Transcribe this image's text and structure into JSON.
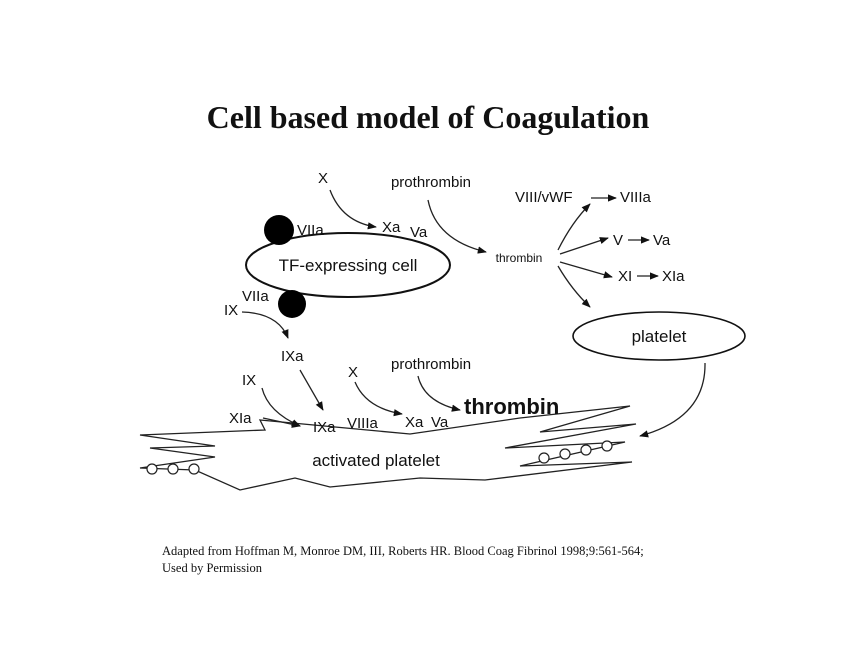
{
  "title": "Cell based model of Coagulation",
  "cells": {
    "tf_cell": "TF-expressing cell",
    "platelet": "platelet",
    "activated_platelet": "activated platelet"
  },
  "tf_reaction": {
    "x": "X",
    "prothrombin": "prothrombin",
    "viia_top": "VIIa",
    "xa": "Xa",
    "va": "Va",
    "thrombin": "thrombin",
    "viia_bottom": "VIIa",
    "ix": "IX",
    "ixa": "IXa"
  },
  "thrombin_effects": {
    "viii_vwf": "VIII/vWF",
    "viiia": "VIIIa",
    "v": "V",
    "va": "Va",
    "xi": "XI",
    "xia": "XIa"
  },
  "platelet_reaction": {
    "ix": "IX",
    "xia": "XIa",
    "ixa_top": "IXa",
    "x": "X",
    "prothrombin": "prothrombin",
    "ixa": "IXa",
    "viiia": "VIIIa",
    "xa": "Xa",
    "va": "Va",
    "thrombin": "thrombin"
  },
  "citation": {
    "line1": "Adapted from Hoffman M, Monroe DM, III, Roberts HR. Blood Coag Fibrinol 1998;9:561-564;",
    "line2": "Used by Permission"
  }
}
